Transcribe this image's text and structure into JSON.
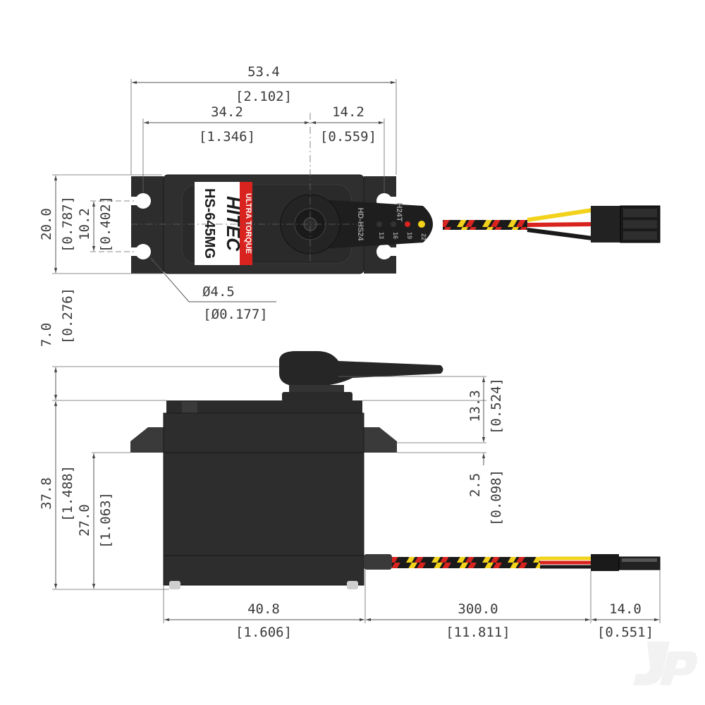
{
  "dimensions": {
    "top_width_overall": "53.4",
    "top_width_overall_in": "[2.102]",
    "top_mount_spacing": "34.2",
    "top_mount_spacing_in": "[1.346]",
    "top_output_offset": "14.2",
    "top_output_offset_in": "[0.559]",
    "top_height": "20.0",
    "top_height_in": "[0.787]",
    "top_hole_spacing": "10.2",
    "top_hole_spacing_in": "[0.402]",
    "hole_diameter": "Ø4.5",
    "hole_diameter_in": "[Ø0.177]",
    "side_horn_height": "7.0",
    "side_horn_height_in": "[0.276]",
    "side_total_height": "37.8",
    "side_total_height_in": "[1.488]",
    "side_flange_height": "27.0",
    "side_flange_height_in": "[1.063]",
    "side_top_to_flange": "13.3",
    "side_top_to_flange_in": "[0.524]",
    "side_flange_thickness": "2.5",
    "side_flange_thickness_in": "[0.098]",
    "side_body_length": "40.8",
    "side_body_length_in": "[1.606]",
    "side_cable_length": "300.0",
    "side_cable_length_in": "[11.811]",
    "side_connector_length": "14.0",
    "side_connector_length_in": "[0.551]"
  },
  "label": {
    "brand": "HITEC",
    "model": "HS-645MG",
    "tagline": "ULTRA TORQUE"
  },
  "horn_text": {
    "spline": "H24T",
    "horn_model": "HD-HS24",
    "hole_a": "22",
    "hole_b": "19",
    "hole_c": "16",
    "hole_d": "13"
  },
  "colors": {
    "body": "#2b2b2b",
    "wire_yellow": "#f2d21b",
    "wire_red": "#d8231f",
    "wire_black": "#1a1a1a",
    "label_red": "#d8231f"
  }
}
